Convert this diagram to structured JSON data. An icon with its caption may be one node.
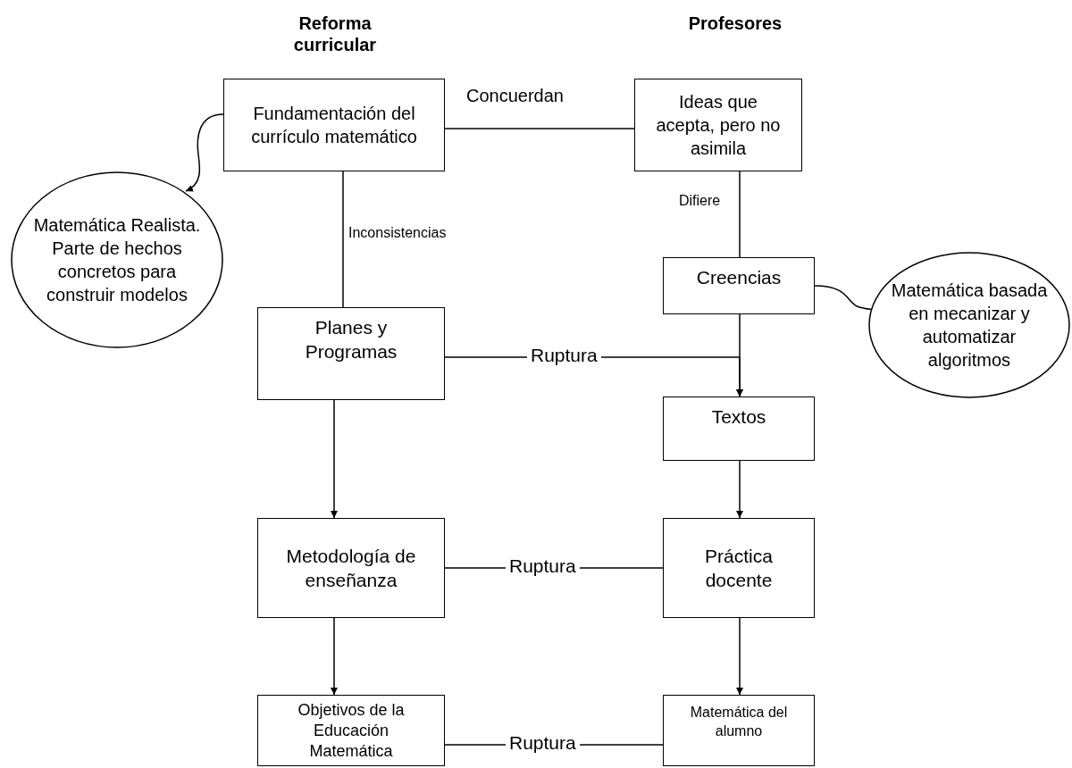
{
  "diagram": {
    "nodes": [
      {
        "text": [
          "Fundamentación del currículo matemático"
        ]
      },
      {
        "text": [
          "Ideas que acepta, pero no asimila"
        ]
      },
      {
        "text": [
          "Matemática Realista. Parte de hechos concretos para construir modelos"
        ]
      },
      {
        "text": [
          "Creencias"
        ]
      },
      {
        "text": [
          "Matemática basada en mecanizar y automatizar algoritmos"
        ]
      },
      {
        "text": [
          "Planes y Programas"
        ]
      },
      {
        "text": [
          "Textos"
        ]
      },
      {
        "text": [
          "Metodología de enseñanza"
        ]
      },
      {
        "text": [
          "Práctica docente"
        ]
      },
      {
        "text": [
          "Objetivos de la Educación Matemática"
        ]
      },
      {
        "text": [
          "Matemática del alumno"
        ]
      }
    ],
    "edges": [
      {
        "from": 0,
        "to": 1,
        "arrow": "none",
        "label": "Concuerdan"
      },
      {
        "from": 0,
        "to": 2,
        "arrow": "to"
      },
      {
        "from": 0,
        "to": 5,
        "arrow": "none",
        "label": "Inconsistencias"
      },
      {
        "from": 1,
        "to": 3,
        "arrow": "none",
        "label": "Difiere"
      },
      {
        "from": 3,
        "to": 4,
        "arrow": "to"
      },
      {
        "from": 3,
        "to": 6,
        "arrow": "to"
      },
      {
        "from": 5,
        "to": 6,
        "arrow": "to",
        "label": "Ruptura"
      },
      {
        "from": 5,
        "to": 7,
        "arrow": "to"
      },
      {
        "from": 6,
        "to": 8,
        "arrow": "to"
      },
      {
        "from": 7,
        "to": 8,
        "arrow": "none",
        "label": "Ruptura"
      },
      {
        "from": 7,
        "to": 9,
        "arrow": "to"
      },
      {
        "from": 8,
        "to": 10,
        "arrow": "to"
      },
      {
        "from": 9,
        "to": 10,
        "arrow": "none",
        "label": "Ruptura"
      }
    ],
    "labels": [
      "Reforma curricular",
      "Profesores"
    ]
  }
}
